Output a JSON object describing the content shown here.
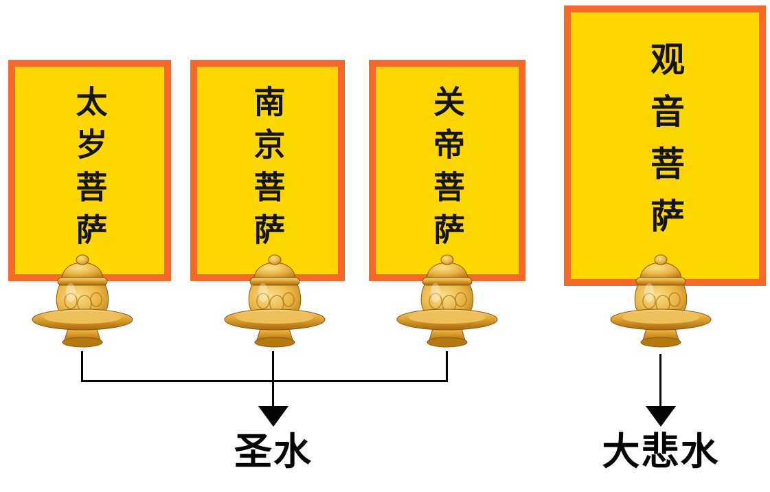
{
  "cards": [
    {
      "label": "太岁菩萨"
    },
    {
      "label": "南京菩萨"
    },
    {
      "label": "关帝菩萨"
    },
    {
      "label": "观音菩萨"
    }
  ],
  "outputs": {
    "group_water": "圣水",
    "single_water": "大悲水"
  },
  "colors": {
    "card_background": "#FFD700",
    "card_border": "#F9682B",
    "card_text": "#141414",
    "line_and_label": "#050505",
    "jar_gold": "#E0A637"
  },
  "icons": [
    {
      "name": "offering-jar-icon",
      "meaning": "golden lidded offering jar on saucer"
    },
    {
      "name": "down-arrow-icon",
      "meaning": "flow arrow pointing down"
    }
  ]
}
